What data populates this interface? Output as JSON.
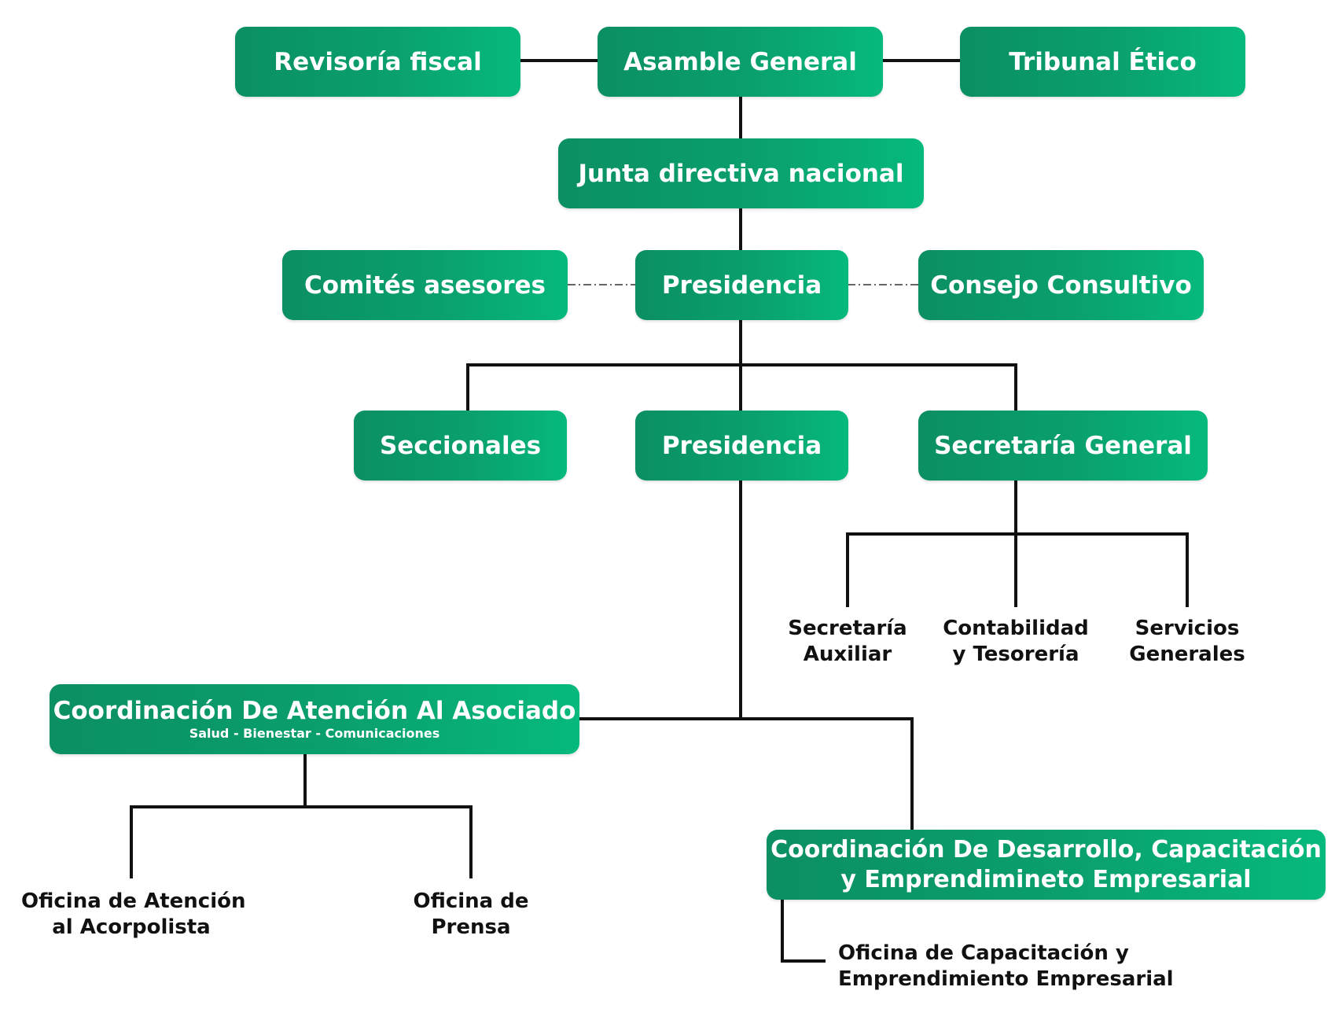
{
  "top": {
    "revisoria": "Revisoría fiscal",
    "asamblea": "Asamble General",
    "tribunal": "Tribunal Ético"
  },
  "junta": "Junta directiva nacional",
  "row3": {
    "comites": "Comités asesores",
    "presidencia": "Presidencia",
    "consejo": "Consejo Consultivo"
  },
  "row4": {
    "seccionales": "Seccionales",
    "presidencia": "Presidencia",
    "secretaria_general": "Secretaría General"
  },
  "secretaria_children": [
    {
      "line1": "Secretaría",
      "line2": "Auxiliar"
    },
    {
      "line1": "Contabilidad",
      "line2": "y Tesorería"
    },
    {
      "line1": "Servicios",
      "line2": "Generales"
    }
  ],
  "coord_atencion": {
    "title": "Coordinación De Atención Al Asociado",
    "subtitle": "Salud - Bienestar - Comunicaciones"
  },
  "atencion_children": [
    {
      "line1": "Oficina de Atención",
      "line2": "al Acorpolista"
    },
    {
      "line1": "Oficina de",
      "line2": "Prensa"
    }
  ],
  "coord_desarrollo": {
    "line1": "Coordinación De Desarrollo, Capacitación",
    "line2": "y Emprendimineto Empresarial"
  },
  "desarrollo_child": {
    "line1": "Oficina de  Capacitación y",
    "line2": "Emprendimiento Empresarial"
  },
  "colors": {
    "box_start": "#0b8f63",
    "box_end": "#06b97c",
    "line": "#111111"
  }
}
